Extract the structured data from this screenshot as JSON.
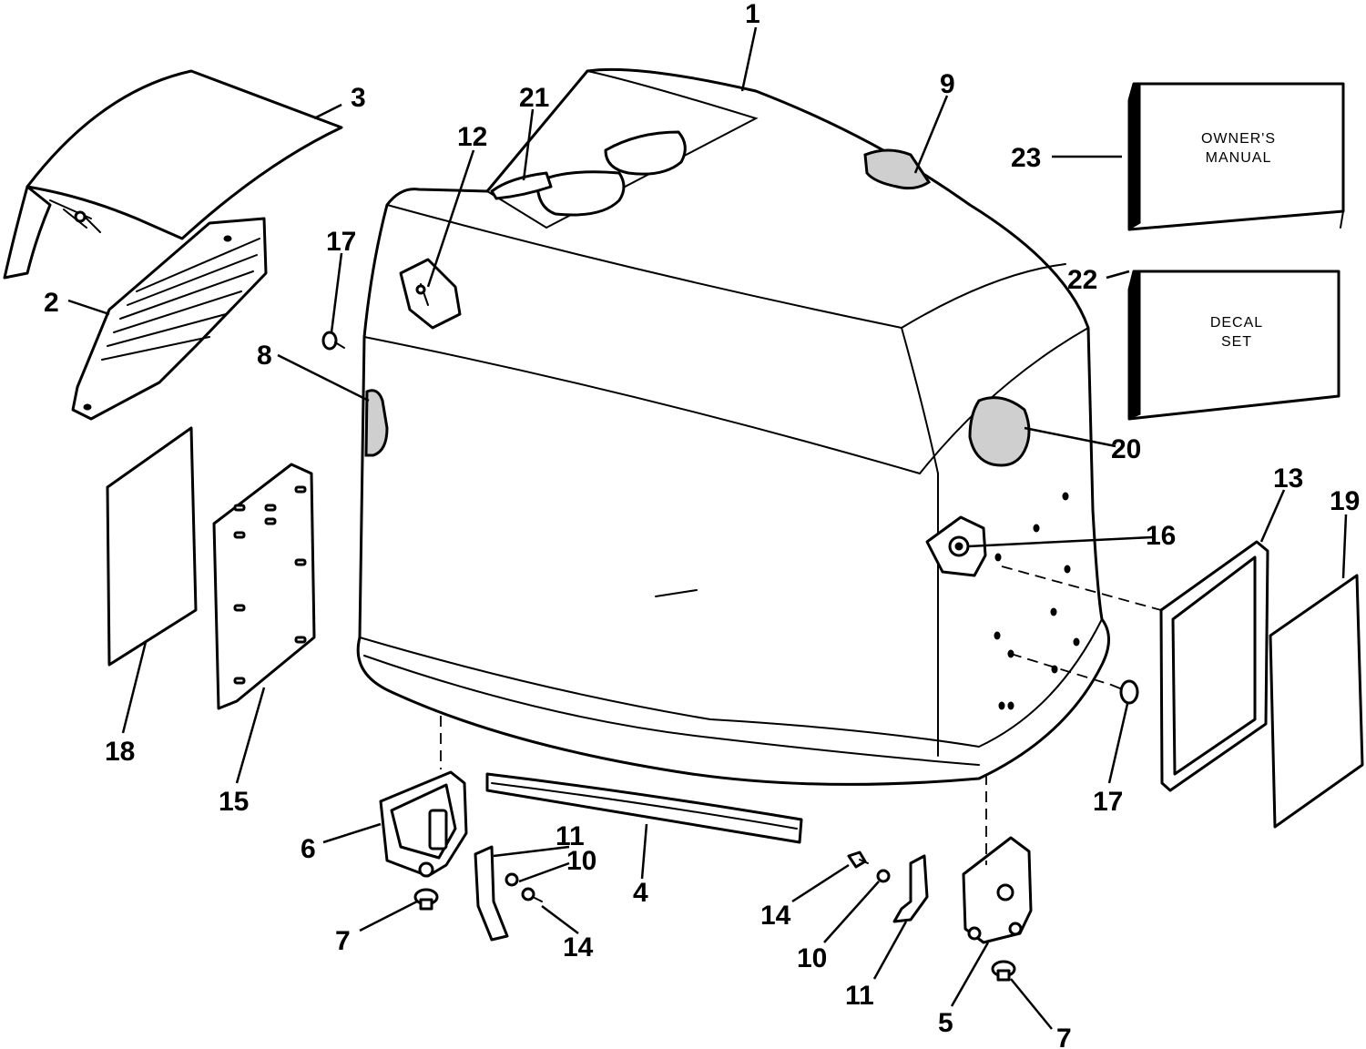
{
  "callouts": {
    "c1": "1",
    "c2": "2",
    "c3": "3",
    "c4": "4",
    "c5": "5",
    "c6": "6",
    "c7a": "7",
    "c7b": "7",
    "c8": "8",
    "c9": "9",
    "c10a": "10",
    "c10b": "10",
    "c11a": "11",
    "c11b": "11",
    "c12": "12",
    "c13": "13",
    "c14a": "14",
    "c14b": "14",
    "c15": "15",
    "c16": "16",
    "c17a": "17",
    "c17b": "17",
    "c18": "18",
    "c19": "19",
    "c20": "20",
    "c21": "21",
    "c22": "22",
    "c23": "23"
  },
  "boxes": {
    "owners_manual": {
      "line1": "OWNER'S",
      "line2": "MANUAL"
    },
    "decal_set": {
      "line1": "DECAL",
      "line2": "SET"
    }
  },
  "colors": {
    "ink": "#000000",
    "paper": "#ffffff",
    "foam": "#cfcfcf"
  }
}
